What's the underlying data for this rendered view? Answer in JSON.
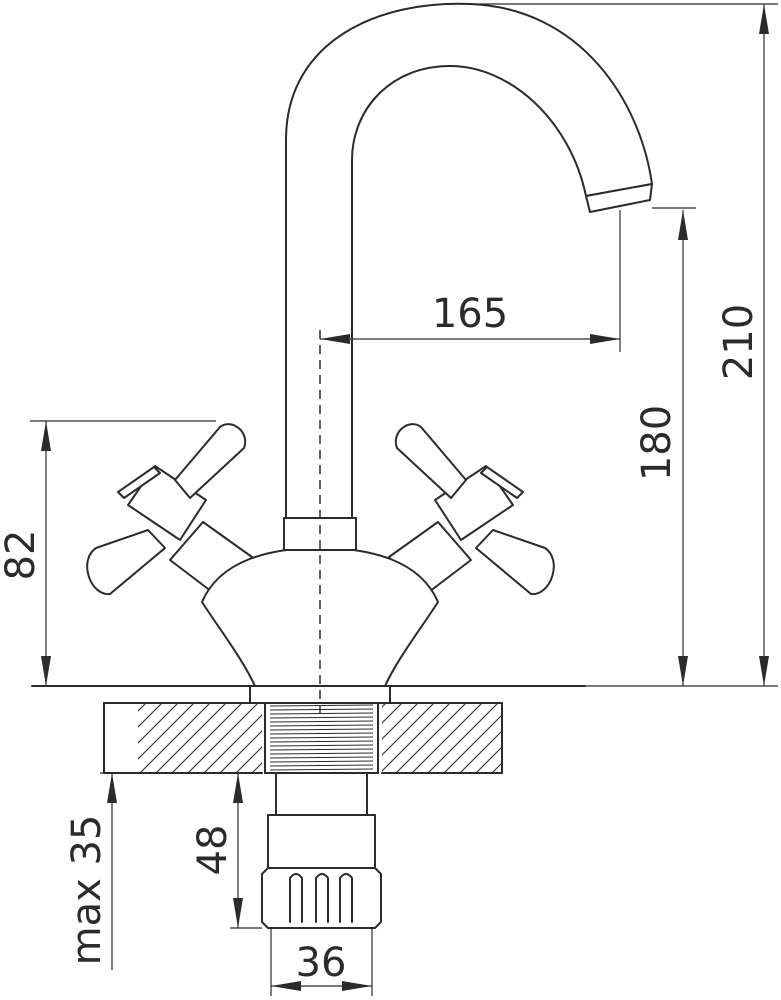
{
  "dimensions": {
    "spout_reach": "165",
    "total_height": "210",
    "spout_outlet_height": "180",
    "handle_height": "82",
    "max_counter_thickness": "max 35",
    "thread_length": "48",
    "nut_width": "36"
  },
  "colors": {
    "line": "#2b2b2b",
    "background": "#ffffff"
  }
}
